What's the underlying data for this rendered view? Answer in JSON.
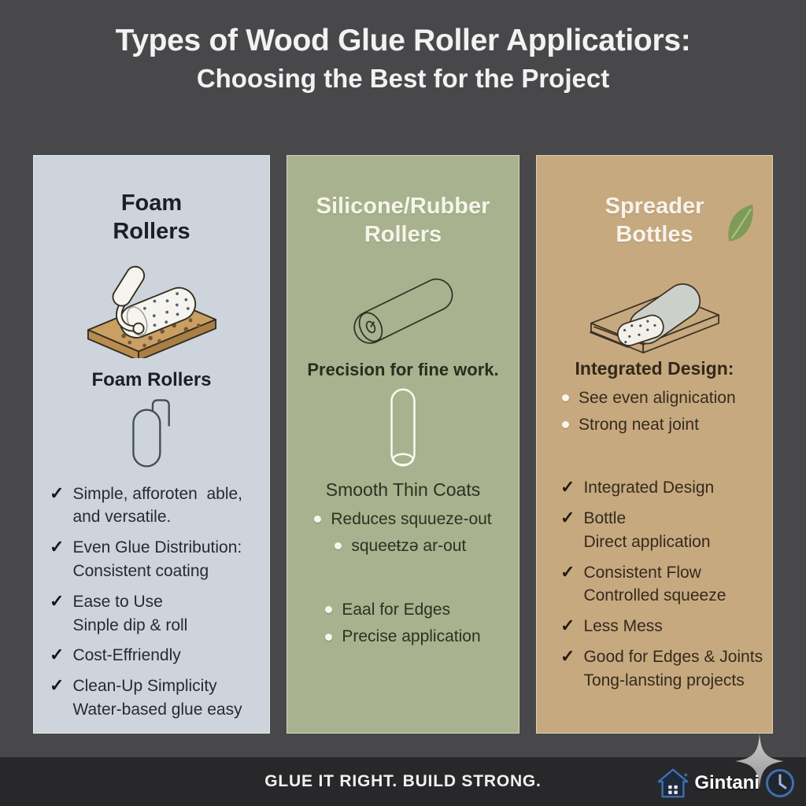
{
  "title": {
    "line1": "Types of Wood Glue Roller Applicatiors:",
    "line2": "Choosing the Best for the Project"
  },
  "glyphs": {
    "check": "✓"
  },
  "columns": {
    "foam": {
      "header_line1": "Foam",
      "header_line2": "Rollers",
      "subtitle": "Foam Rollers",
      "checklist": [
        {
          "title": "Simple, afforoten  able,",
          "sub": "and versatile."
        },
        {
          "title": "Even Glue Distribution:",
          "sub": "Consistent coating"
        },
        {
          "title": "Ease to Use",
          "sub": "Sinple dip & roll"
        },
        {
          "title": "Cost-Effriendly"
        },
        {
          "title": "Clean-Up Simplicity",
          "sub": "Water-based glue easy"
        }
      ]
    },
    "silicone": {
      "header_line1": "Silicone/Rubber",
      "header_line2": "Rollers",
      "tagline": "Precision for fine work.",
      "mid_heading": "Smooth Thin Coats",
      "bullets_top": [
        "Reduces squueze-out",
        "squeeŧzə ar-out"
      ],
      "bullets_bottom": [
        "Eaal for Edges",
        "Precise application"
      ]
    },
    "spreader": {
      "header_line1": "Spreader",
      "header_line2": "Bottles",
      "mid_heading": "Integrated Design:",
      "bullets": [
        "See even alignication",
        "Strong neat joint"
      ],
      "checklist": [
        {
          "title": "Integrated Design"
        },
        {
          "title": "Bottle",
          "sub": "Direct application"
        },
        {
          "title": "Consistent Flow",
          "sub": "Controlled squeeze"
        },
        {
          "title": "Less Mess"
        },
        {
          "title": "Good for Edges & Joints",
          "sub": "Tong-lansting projects"
        }
      ]
    }
  },
  "footer": {
    "tagline": "GLUE IT RIGHT. BUILD STRONG.",
    "brand": "Gintani"
  },
  "colors": {
    "background": "#48484a",
    "footer_bg": "#28282a",
    "panel_foam": "#cdd4db",
    "panel_silicone": "#a9b28e",
    "panel_spreader": "#c7a980",
    "title_text": "#f2f2f2",
    "leaf_green": "#7e9b58",
    "wood_tan": "#c99f63",
    "brand_blue": "#3e6fb0"
  }
}
